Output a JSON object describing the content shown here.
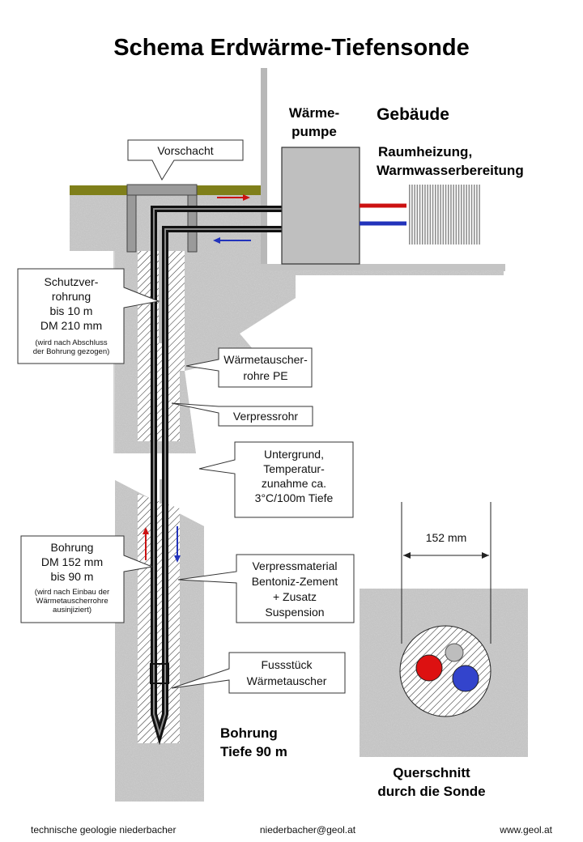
{
  "title": "Schema Erdwärme-Tiefensonde",
  "labels": {
    "waermepumpe_l1": "Wärme-",
    "waermepumpe_l2": "pumpe",
    "gebaeude": "Gebäude",
    "raumheizung_l1": "Raumheizung,",
    "raumheizung_l2": "Warmwasserbereitung",
    "vorschacht": "Vorschacht",
    "bohrung_tiefe_l1": "Bohrung",
    "bohrung_tiefe_l2": "Tiefe 90 m",
    "querschnitt_l1": "Querschnitt",
    "querschnitt_l2": "durch die Sonde",
    "diameter": "152 mm"
  },
  "callouts": {
    "schutz": [
      "Schutzver-",
      "rohrung",
      "bis 10 m",
      "DM 210 mm"
    ],
    "schutz_small": [
      "(wird nach Abschluss",
      "der Bohrung gezogen)"
    ],
    "waermetauscher": [
      "Wärmetauscher-",
      "rohre PE"
    ],
    "verpressrohr": [
      "Verpressrohr"
    ],
    "untergrund": [
      "Untergrund,",
      "Temperatur-",
      "zunahme  ca.",
      "3°C/100m Tiefe"
    ],
    "bohrung": [
      "Bohrung",
      "DM 152 mm",
      "bis 90 m"
    ],
    "bohrung_small": [
      "(wird nach Einbau der",
      "Wärmetauscherrohre",
      "ausinjiziert)"
    ],
    "verpressmaterial": [
      "Verpressmaterial",
      "Bentoniz-Zement",
      "+ Zusatz",
      "Suspension"
    ],
    "fussstueck": [
      "Fussstück",
      "Wärmetauscher"
    ]
  },
  "footer": {
    "left": "technische geologie  niederbacher",
    "center": "niederbacher@geol.at",
    "right": "www.geol.at"
  },
  "colors": {
    "hot": "#cc1111",
    "cold": "#2233bb",
    "grass": "#7f7f1a",
    "pump": "#bfbfbf"
  }
}
